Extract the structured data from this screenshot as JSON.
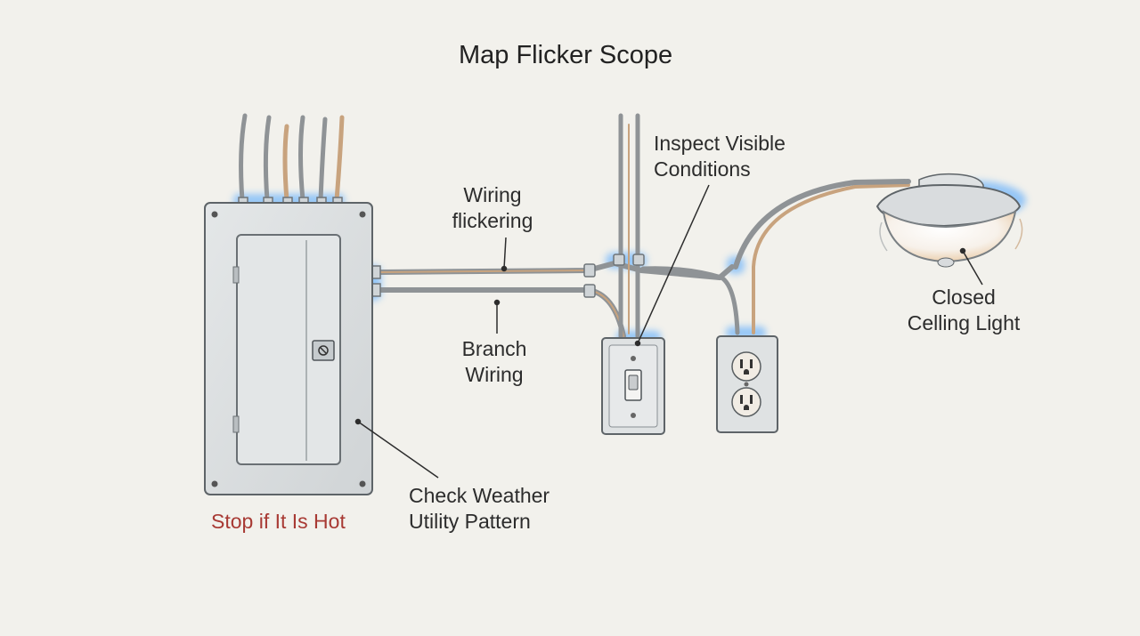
{
  "title": "Map Flicker Scope",
  "labels": {
    "wiring_flickering": [
      "Wiring",
      "flickering"
    ],
    "inspect": [
      "Inspect Visible",
      "Conditions"
    ],
    "closed_light": [
      "Closed",
      "Celling Light"
    ],
    "branch_wiring": [
      "Branch",
      "Wiring"
    ],
    "check_weather": [
      "Check Weather",
      "Utility Pattern"
    ],
    "stop_hot": "Stop if It Is Hot"
  },
  "colors": {
    "background": "#f2f1ec",
    "panel": "#dcdfe0",
    "wire": "#8f9396",
    "wire_copper": "#c8a37e",
    "glow": "#4aa3ff",
    "warning_text": "#a83a34",
    "text": "#2c2c2c"
  },
  "icons": [
    "electrical-panel-icon",
    "light-switch-icon",
    "outlet-icon",
    "ceiling-light-icon"
  ]
}
